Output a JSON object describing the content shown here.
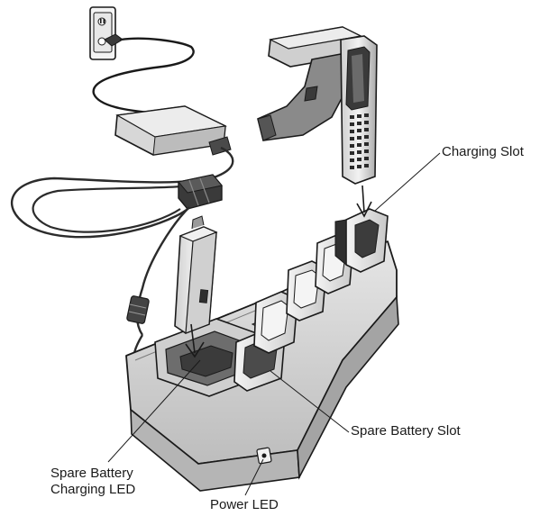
{
  "callouts": {
    "charging_slot": "Charging Slot",
    "spare_battery_slot": "Spare Battery Slot",
    "spare_battery_charging_led_line1": "Spare Battery",
    "spare_battery_charging_led_line2": "Charging LED",
    "power_led": "Power LED"
  },
  "colors": {
    "stroke": "#1a1a1a",
    "body": "#d9d9d9",
    "body_light": "#efefef",
    "body_dark": "#9a9a9a",
    "cable": "#2b2b2b"
  }
}
